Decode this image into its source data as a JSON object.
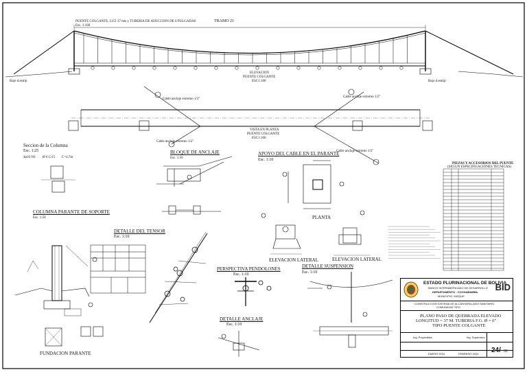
{
  "header": {
    "title": "PUENTE COLGANTE, LUZ 37 mts y TUBERIA DE ADUCCION DE 6 PULGADAS",
    "tramo": "TRAMO 21",
    "scale": "Esc. 1:100"
  },
  "elevation": {
    "label": "ELEVACION",
    "sub": "PUENTE COLGANTE",
    "scale": "ESC1:100",
    "left_tag": "Bajo d.estrip",
    "right_tag": "Bajo d.estrip"
  },
  "plan_view": {
    "label": "VISTA EN PLANTA",
    "sub": "PUENTE COLGANTE",
    "scale": "ESC1:100",
    "notes": [
      "Cable anclaje extremo 1/2\"",
      "Cable anclaje extremo 1/2\"",
      "Cable anclaje extremo 1/2\"",
      "Cable anclaje extremo 1/2\""
    ]
  },
  "column_section": {
    "title": "Seccion de la Columna",
    "scale": "Esc. 1:25",
    "spec1": "4ø16 NS",
    "spec2": "Ø 6 C/15",
    "spec3": "C=4.7m"
  },
  "bloque": {
    "title": "BLOQUE DE ANCLAJE",
    "scale": "Esc. 1:50"
  },
  "apoyo": {
    "title": "APOYO DEL CABLE EN EL PARANTE",
    "scale": "Esc. 1:10",
    "planta": "PLANTA"
  },
  "columna": {
    "title": "COLUMNA PARANTE DE SOPORTE",
    "scale": "Esc. 1:50"
  },
  "tensor": {
    "title": "DETALLE DEL TENSOR",
    "scale": "Esc. 1:10"
  },
  "elev_lateral": {
    "left": "ELEVACION LATERAL",
    "right": "ELEVACION LATERAL"
  },
  "pendolones": {
    "title": "PERSPECTIVA PENDOLONES",
    "scale": "Esc. 1:10"
  },
  "suspension": {
    "title": "DETALLE SUSPENSION",
    "scale": "Esc. 1:10"
  },
  "anclaje": {
    "title": "DETALLE ANCLAJE",
    "scale": "Esc. 1:10"
  },
  "fundacion": {
    "title": "FUNDACION PARANTE"
  },
  "fittings_table": {
    "title": "PIEZAS Y ACCESORIOS DEL PUENTE",
    "subtitle": "(SEGUN ESPECIFICACIONES TECNICAS)"
  },
  "title_block": {
    "entity": "ESTADO PLURINACIONAL DE BOLIVIA",
    "bank": "BANCO INTERAMERICANO DE DESARROLLO",
    "dept": "DEPARTAMENTO : COCHABAMBA",
    "muni": "MUNICIPIO: MIZQUE",
    "project": "CONSTRUCCION SISTEMA DE ALCANTARILLADO SANITARIO",
    "community": "COMUNIDAD TIPO",
    "logo": "BID",
    "plan_title_1": "PLANO PASO DE QUEBRADA ELEVADO",
    "plan_title_2": "LONGITUD = 37 M. TUBERIA F.G. Ø = 6\"",
    "plan_title_3": "TIPO PUENTE COLGANTE",
    "designer": "Ing. Proyectista",
    "reviewer": "Ing. Supervisor",
    "date_label": "ENERO 2024",
    "date_value": "FEBRERO 2024",
    "sheet": "24/",
    "sheet_total": "33"
  }
}
